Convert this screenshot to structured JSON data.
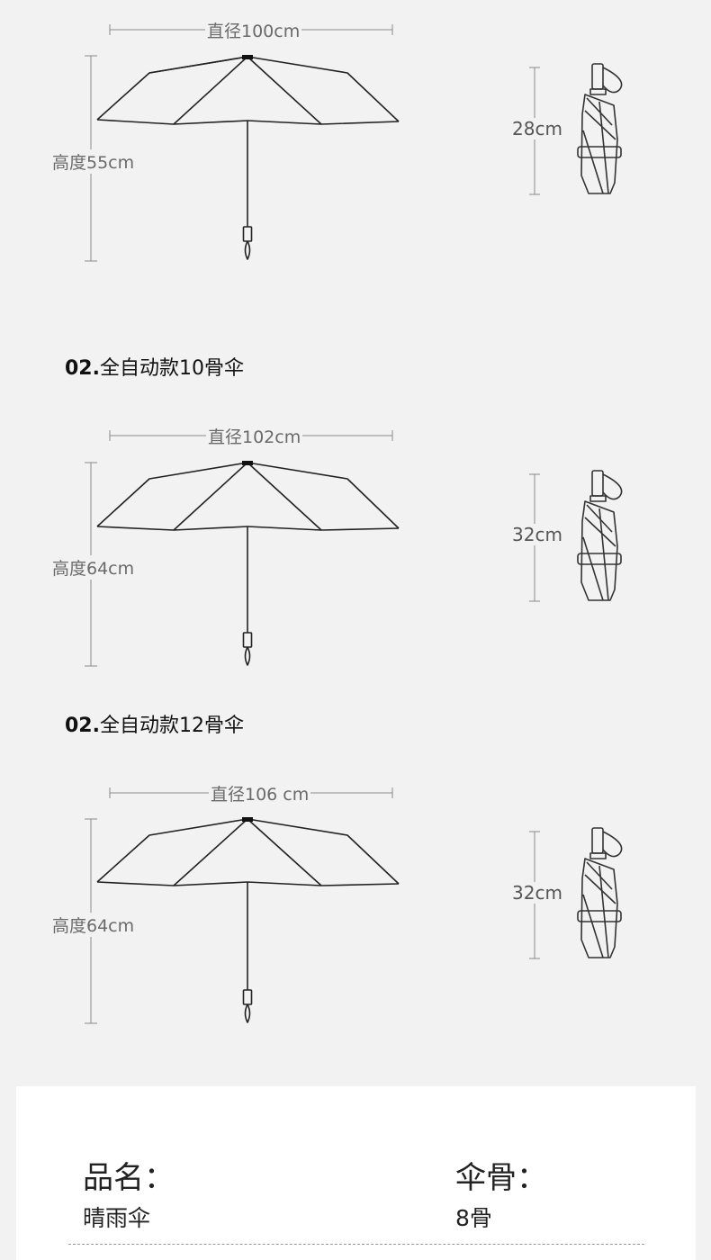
{
  "models": [
    {
      "heading_num": "",
      "heading_text": "",
      "diameter": "直径100cm",
      "height": "高度55cm",
      "folded_length": "28cm"
    },
    {
      "heading_num": "02.",
      "heading_text": "全自动款10骨伞",
      "diameter": "直径102cm",
      "height": "高度64cm",
      "folded_length": "32cm"
    },
    {
      "heading_num": "02.",
      "heading_text": "全自动款12骨伞",
      "diameter": "直径106 cm",
      "height": "高度64cm",
      "folded_length": "32cm"
    }
  ],
  "specs": {
    "name_label": "品名：",
    "name_value": "晴雨伞",
    "ribs_label": "伞骨：",
    "ribs_value": "8骨"
  },
  "colors": {
    "background": "#f2f2f2",
    "line": "#222222",
    "dimension_line": "#8a8a8a",
    "card": "#ffffff"
  }
}
